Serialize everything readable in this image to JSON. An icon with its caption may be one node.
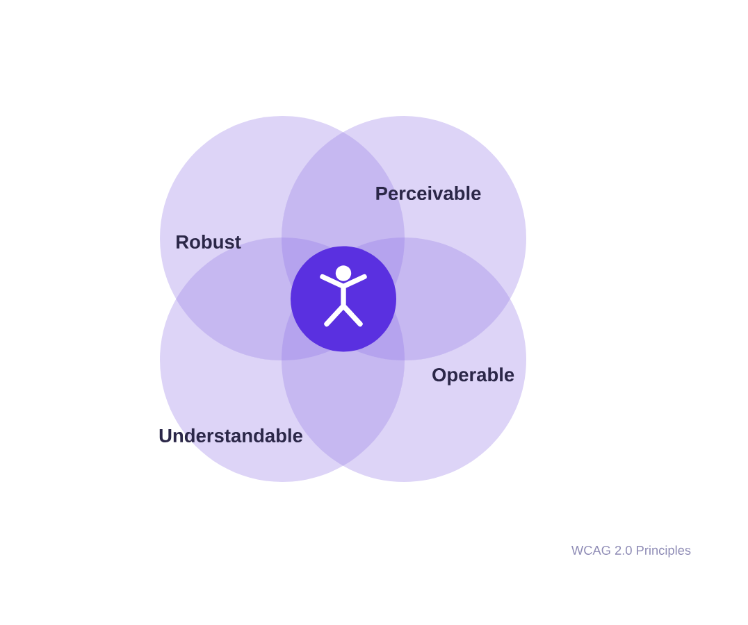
{
  "diagram": {
    "nodes": [
      {
        "text": [
          "Robust"
        ]
      },
      {
        "text": [
          "Perceivable"
        ]
      },
      {
        "text": [
          "Understandable"
        ]
      },
      {
        "text": [
          "Operable"
        ]
      },
      {
        "text": [],
        "shape": "circle"
      }
    ],
    "caption": "WCAG 2.0 Principles"
  }
}
